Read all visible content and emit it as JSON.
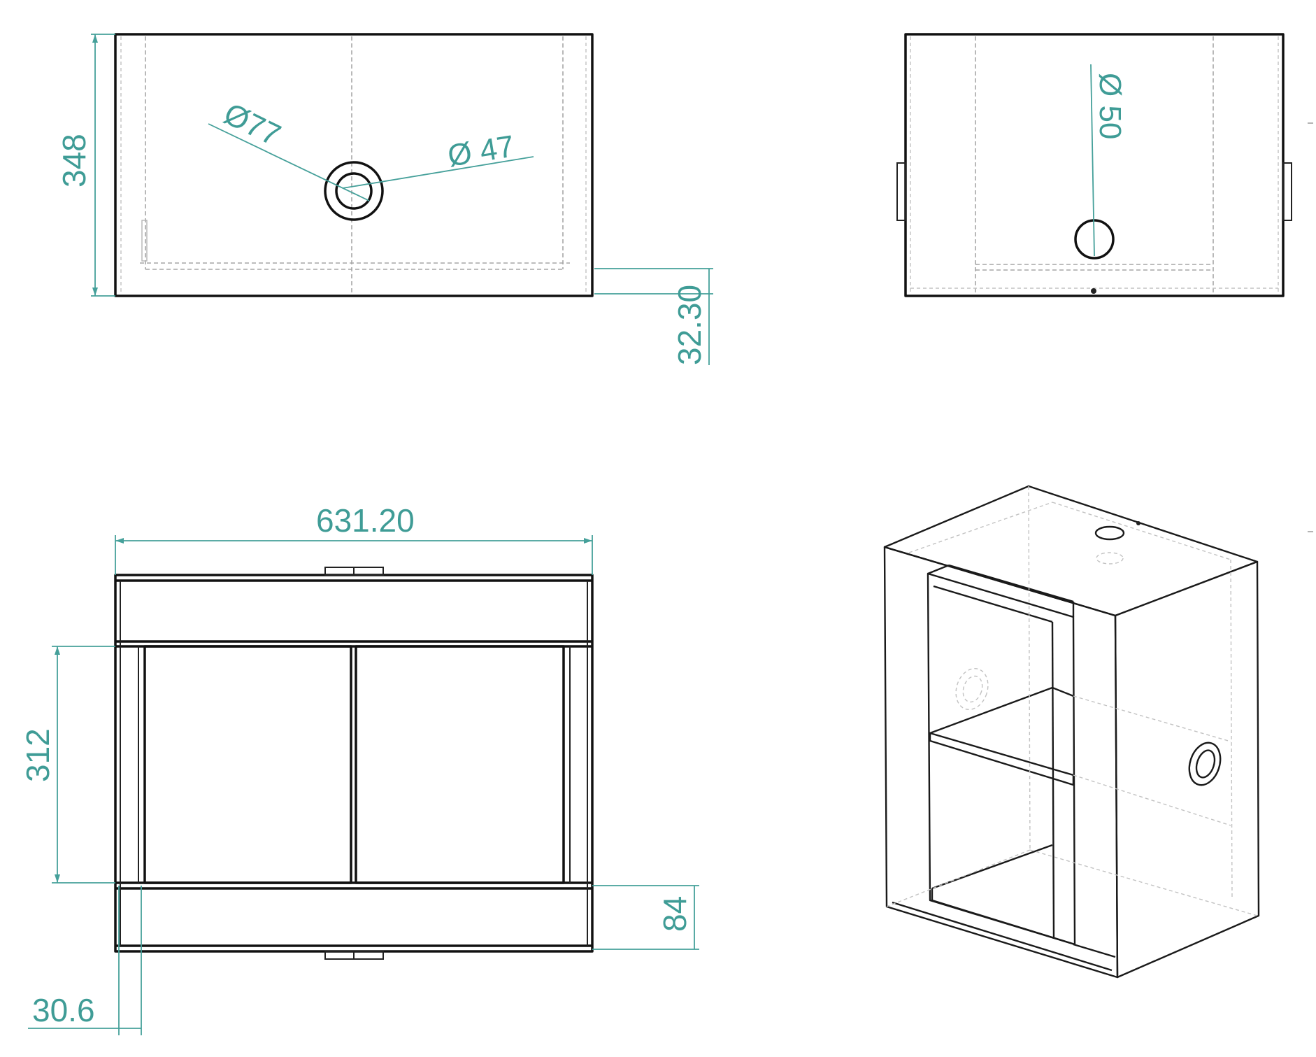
{
  "dimensions": {
    "height_front": "348",
    "dia_outer": "Ø77",
    "dia_inner": "Ø 47",
    "offset_right": "32.30",
    "dia_side": "Ø 50",
    "width_total": "631.20",
    "height_opening": "312",
    "height_bottom": "84",
    "edge_left": "30.6"
  },
  "colors": {
    "line": "#111111",
    "hidden_line": "#a6a6a6",
    "dimension": "#3f9c96",
    "background": "#ffffff"
  }
}
